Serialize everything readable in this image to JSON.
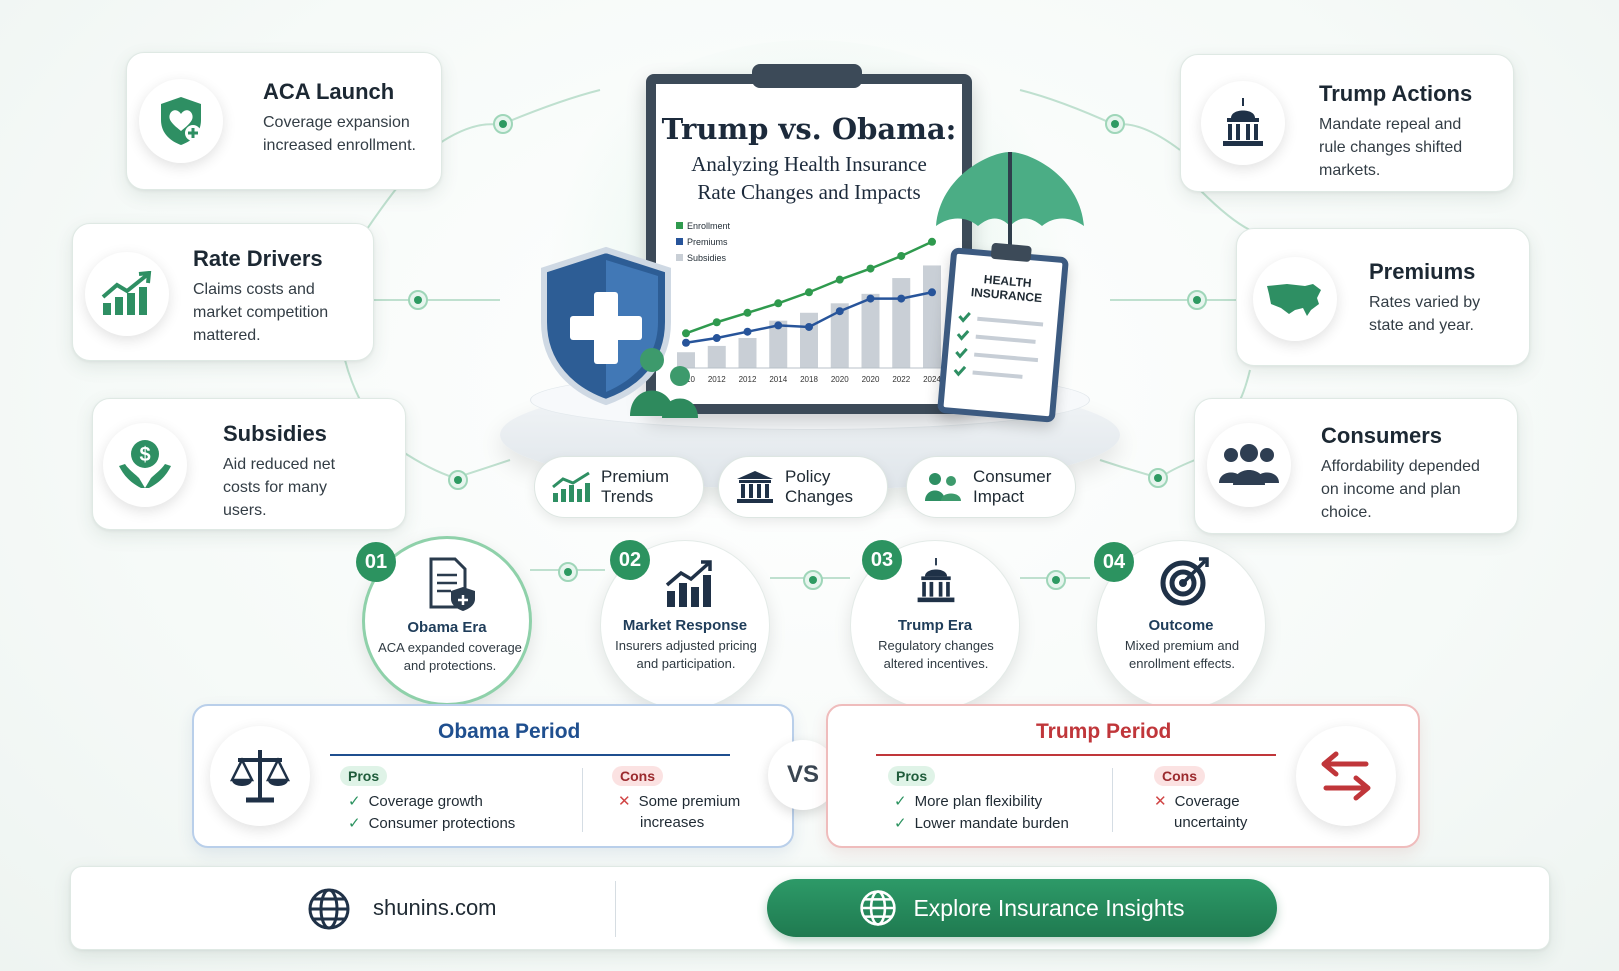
{
  "board": {
    "title": "Trump vs. Obama:",
    "subtitle_line1": "Analyzing Health Insurance",
    "subtitle_line2": "Rate Changes and Impacts",
    "legend": [
      "Enrollment",
      "Premiums",
      "Subsidies"
    ],
    "clipboard_label_line1": "HEALTH",
    "clipboard_label_line2": "INSURANCE"
  },
  "chart_data": {
    "type": "line",
    "x": [
      "2010",
      "2012",
      "2012",
      "2014",
      "2018",
      "2020",
      "2020",
      "2022",
      "2024"
    ],
    "series": [
      {
        "name": "Enrollment",
        "values": [
          2.2,
          2.9,
          3.5,
          4.1,
          4.8,
          5.6,
          6.3,
          7.1,
          8.0
        ]
      },
      {
        "name": "Premiums",
        "values": [
          1.6,
          1.9,
          2.3,
          2.7,
          2.6,
          3.6,
          4.4,
          4.4,
          4.8
        ]
      },
      {
        "name": "Subsidies",
        "values": [
          1.0,
          1.4,
          1.9,
          3.0,
          3.5,
          4.1,
          4.7,
          5.7,
          6.5
        ]
      }
    ],
    "ylim": [
      0,
      9
    ],
    "colors": {
      "Enrollment": "#2f9a4e",
      "Premiums": "#27549a",
      "Subsidies": "#c9cfd6"
    }
  },
  "left_cards": [
    {
      "title": "ACA Launch",
      "text": [
        "Coverage expansion",
        "increased enrollment."
      ],
      "icon": "heart-shield-icon"
    },
    {
      "title": "Rate Drivers",
      "text": [
        "Claims costs and",
        "market competition",
        "mattered."
      ],
      "icon": "growth-chart-icon"
    },
    {
      "title": "Subsidies",
      "text": [
        "Aid reduced net",
        "costs for many",
        "users."
      ],
      "icon": "dollar-hands-icon"
    }
  ],
  "right_cards": [
    {
      "title": "Trump Actions",
      "text": [
        "Mandate repeal and",
        "rule changes shifted",
        "markets."
      ],
      "icon": "capitol-icon"
    },
    {
      "title": "Premiums",
      "text": [
        "Rates varied by",
        "state and year."
      ],
      "icon": "us-map-icon"
    },
    {
      "title": "Consumers",
      "text": [
        "Affordability depended",
        "on income and plan",
        "choice."
      ],
      "icon": "people-icon"
    }
  ],
  "pills": [
    {
      "line1": "Premium",
      "line2": "Trends",
      "icon": "trend-chart-icon"
    },
    {
      "line1": "Policy",
      "line2": "Changes",
      "icon": "courthouse-icon"
    },
    {
      "line1": "Consumer",
      "line2": "Impact",
      "icon": "users-icon"
    }
  ],
  "steps": [
    {
      "num": "01",
      "title": "Obama Era",
      "text": "ACA expanded coverage and protections.",
      "icon": "document-shield-icon"
    },
    {
      "num": "02",
      "title": "Market Response",
      "text": "Insurers adjusted pricing and participation.",
      "icon": "bar-growth-icon"
    },
    {
      "num": "03",
      "title": "Trump Era",
      "text": "Regulatory changes altered incentives.",
      "icon": "capitol-icon"
    },
    {
      "num": "04",
      "title": "Outcome",
      "text": "Mixed premium and enrollment effects.",
      "icon": "target-icon"
    }
  ],
  "obama": {
    "title": "Obama Period",
    "pros_label": "Pros",
    "cons_label": "Cons",
    "pros": [
      "Coverage growth",
      "Consumer protections"
    ],
    "cons_line1": "Some premium",
    "cons_line2": "increases"
  },
  "vs": "VS",
  "trump": {
    "title": "Trump Period",
    "pros_label": "Pros",
    "cons_label": "Cons",
    "pros": [
      "More plan flexibility",
      "Lower mandate burden"
    ],
    "cons_line1": "Coverage",
    "cons_line2": "uncertainty"
  },
  "footer": {
    "site": "shunins.com",
    "cta": "Explore Insurance Insights"
  },
  "colors": {
    "accent_green": "#2c9360",
    "obama_blue": "#1f4f8f",
    "trump_red": "#c0363a"
  }
}
